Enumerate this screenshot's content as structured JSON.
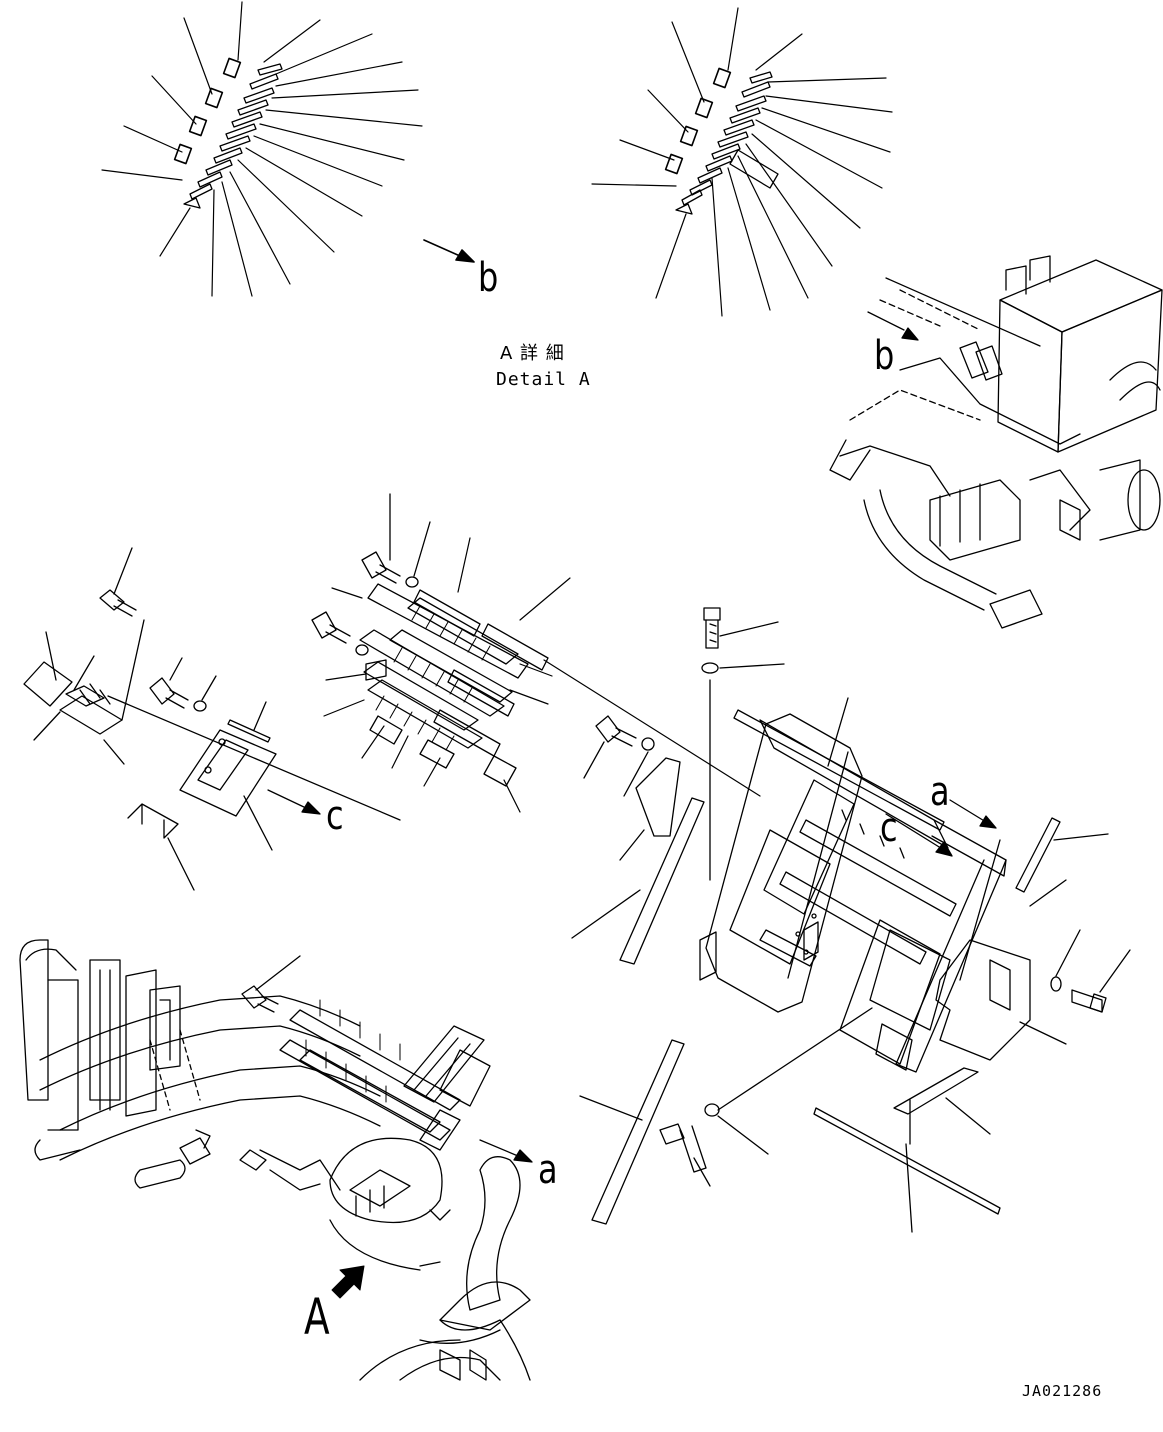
{
  "labels": {
    "b_top": "b",
    "b_right": "b",
    "c_left": "c",
    "c_right": "c",
    "a_right": "a",
    "a_bottom": "a",
    "A_view": "A",
    "detail_jp": "A 詳 細",
    "detail_en": "Detail A",
    "drawing_id": "JA021286"
  }
}
